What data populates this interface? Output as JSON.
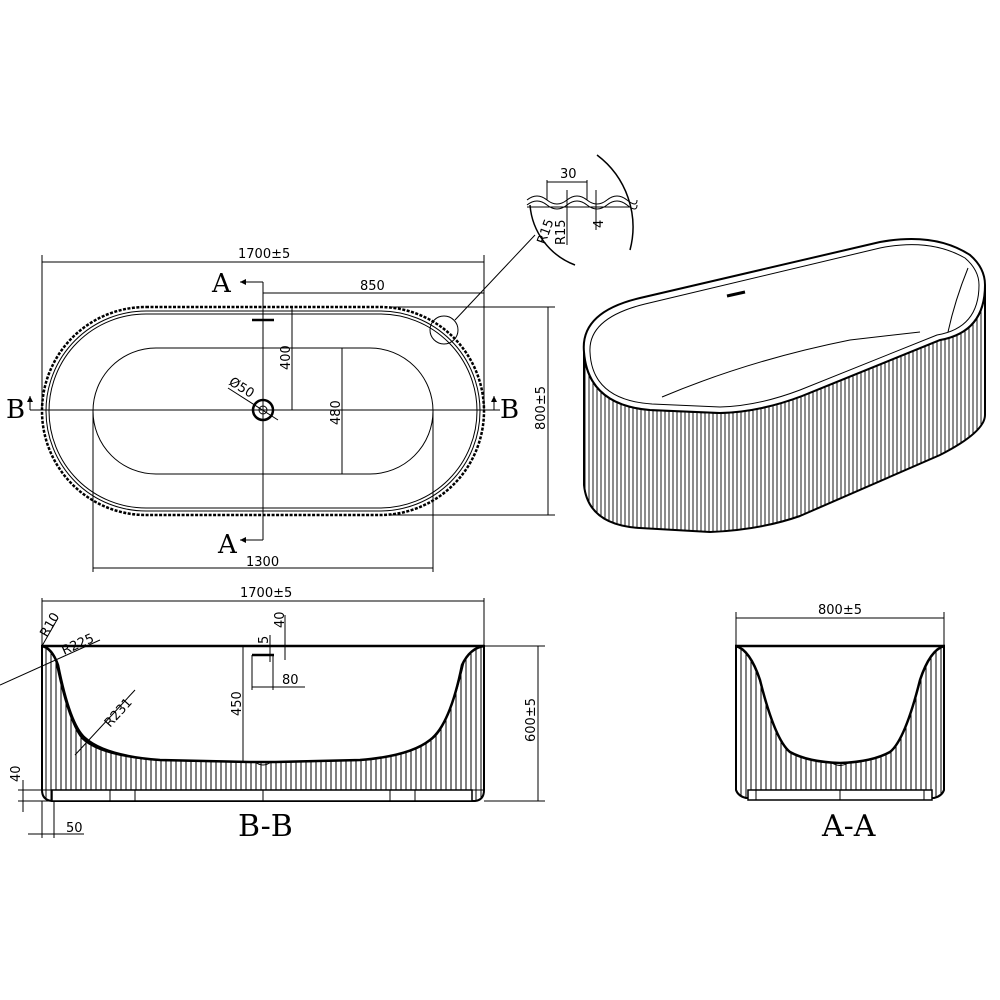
{
  "drawing": {
    "title": "Fluted freestanding bathtub technical drawing",
    "colors": {
      "line": "#000000",
      "background": "#ffffff"
    }
  },
  "detail": {
    "pitch": "30",
    "radius_outer": "R15",
    "radius_inner": "R15",
    "depth": "4"
  },
  "top_view": {
    "overall_length": "1700±5",
    "half_length": "850",
    "overall_width": "800±5",
    "drain_offset": "400",
    "basin_width": "480",
    "drain_diameter": "Ø50",
    "basin_length": "1300",
    "section_a_top": "A",
    "section_a_bottom": "A",
    "section_b_left": "B",
    "section_b_right": "B"
  },
  "section_bb": {
    "label": "B-B",
    "overall_length": "1700±5",
    "rim_radius": "R10",
    "outer_radius": "R225",
    "inner_radius": "R231",
    "overflow_offset": "5",
    "overflow_top": "40",
    "overflow_width": "80",
    "inner_depth": "450",
    "height": "600±5",
    "base_height": "40",
    "base_inset": "50"
  },
  "section_aa": {
    "label": "A-A",
    "width": "800±5"
  }
}
